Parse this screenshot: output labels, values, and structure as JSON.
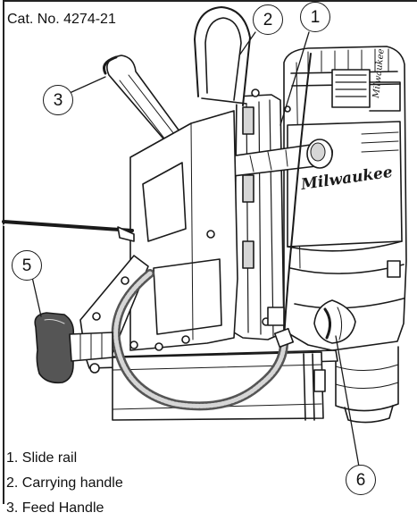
{
  "catalog_number": "Cat. No. 4274-21",
  "callouts": [
    "1",
    "2",
    "3",
    "5",
    "6"
  ],
  "legend": [
    "1. Slide rail",
    "2. Carrying handle",
    "3. Feed Handle"
  ],
  "brand_logo": "Milwaukee",
  "colors": {
    "line": "#1a1a1a",
    "fill": "#ffffff",
    "shade": "#d6d6d6",
    "dark": "#555555"
  }
}
